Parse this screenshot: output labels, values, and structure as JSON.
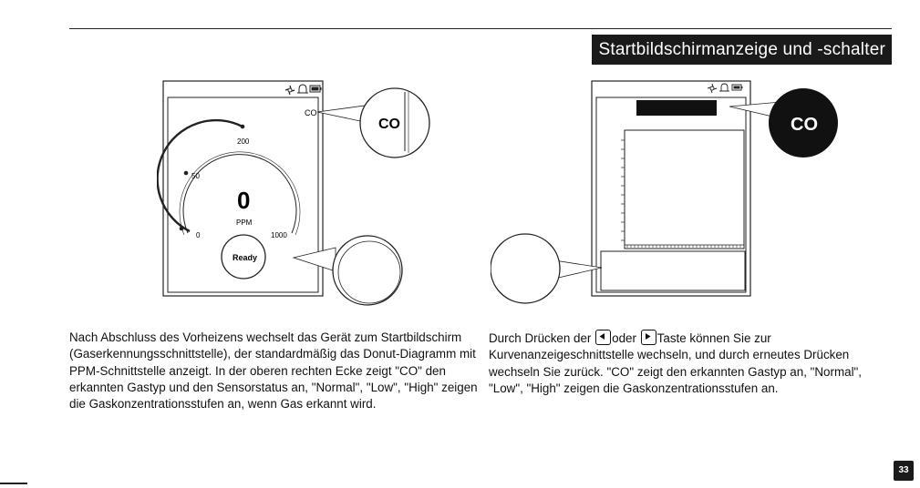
{
  "header": {
    "section_title": "Startbildschirmanzeige und -schalter"
  },
  "device_left": {
    "gas_label": "CO",
    "zoom_label": "CO",
    "reading": "0",
    "unit": "PPM",
    "ticks": [
      "0",
      "50",
      "200",
      "1000"
    ],
    "status_button": "Ready"
  },
  "device_right": {
    "zoom_label": "CO"
  },
  "text_left": "Nach Abschluss des Vorheizens wechselt das Gerät zum Startbildschirm (Gaserkennungsschnittstelle), der standardmäßig das Donut-Diagramm mit PPM-Schnittstelle anzeigt. In der oberen rechten Ecke zeigt \"CO\" den erkannten Gastyp und den Sensorstatus an, \"Normal\", \"Low\", \"High\" zeigen die Gaskonzentrationsstufen an, wenn Gas erkannt wird.",
  "text_right": {
    "part1": "Durch Drücken der",
    "part2": "oder",
    "part3": "Taste können Sie zur Kurvenanzeigeschnittstelle wechseln, und durch erneutes Drücken wechseln Sie zurück. \"CO\" zeigt den erkannten Gastyp an, \"Normal\", \"Low\", \"High\" zeigen die Gaskonzentrationsstufen an."
  },
  "page_number": "33",
  "icons": [
    "fan-icon",
    "bell-icon",
    "battery-icon",
    "left-arrow-key-icon",
    "right-arrow-key-icon"
  ]
}
